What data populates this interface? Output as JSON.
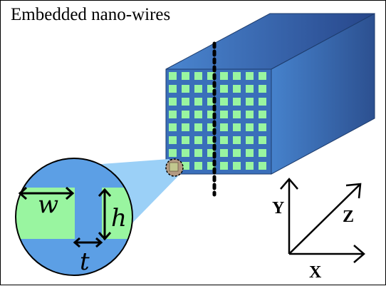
{
  "title": "Embedded nano-wires",
  "dimension_labels": {
    "width": "w",
    "height": "h",
    "spacing": "t"
  },
  "axis_labels": {
    "x": "X",
    "y": "Y",
    "z": "Z"
  },
  "grid": {
    "rows": 8,
    "cols": 8
  },
  "colors": {
    "substrate_front": "#3a6fba",
    "substrate_top_light": "#4a86d0",
    "substrate_top_dark": "#27468a",
    "substrate_side_light": "#4682cc",
    "substrate_side_dark": "#2c5090",
    "nanowire": "#99f5a0",
    "zoom_cone": "#9bd0f7",
    "zoom_circle": "#5c9fe5",
    "highlight": "#b39a82"
  }
}
